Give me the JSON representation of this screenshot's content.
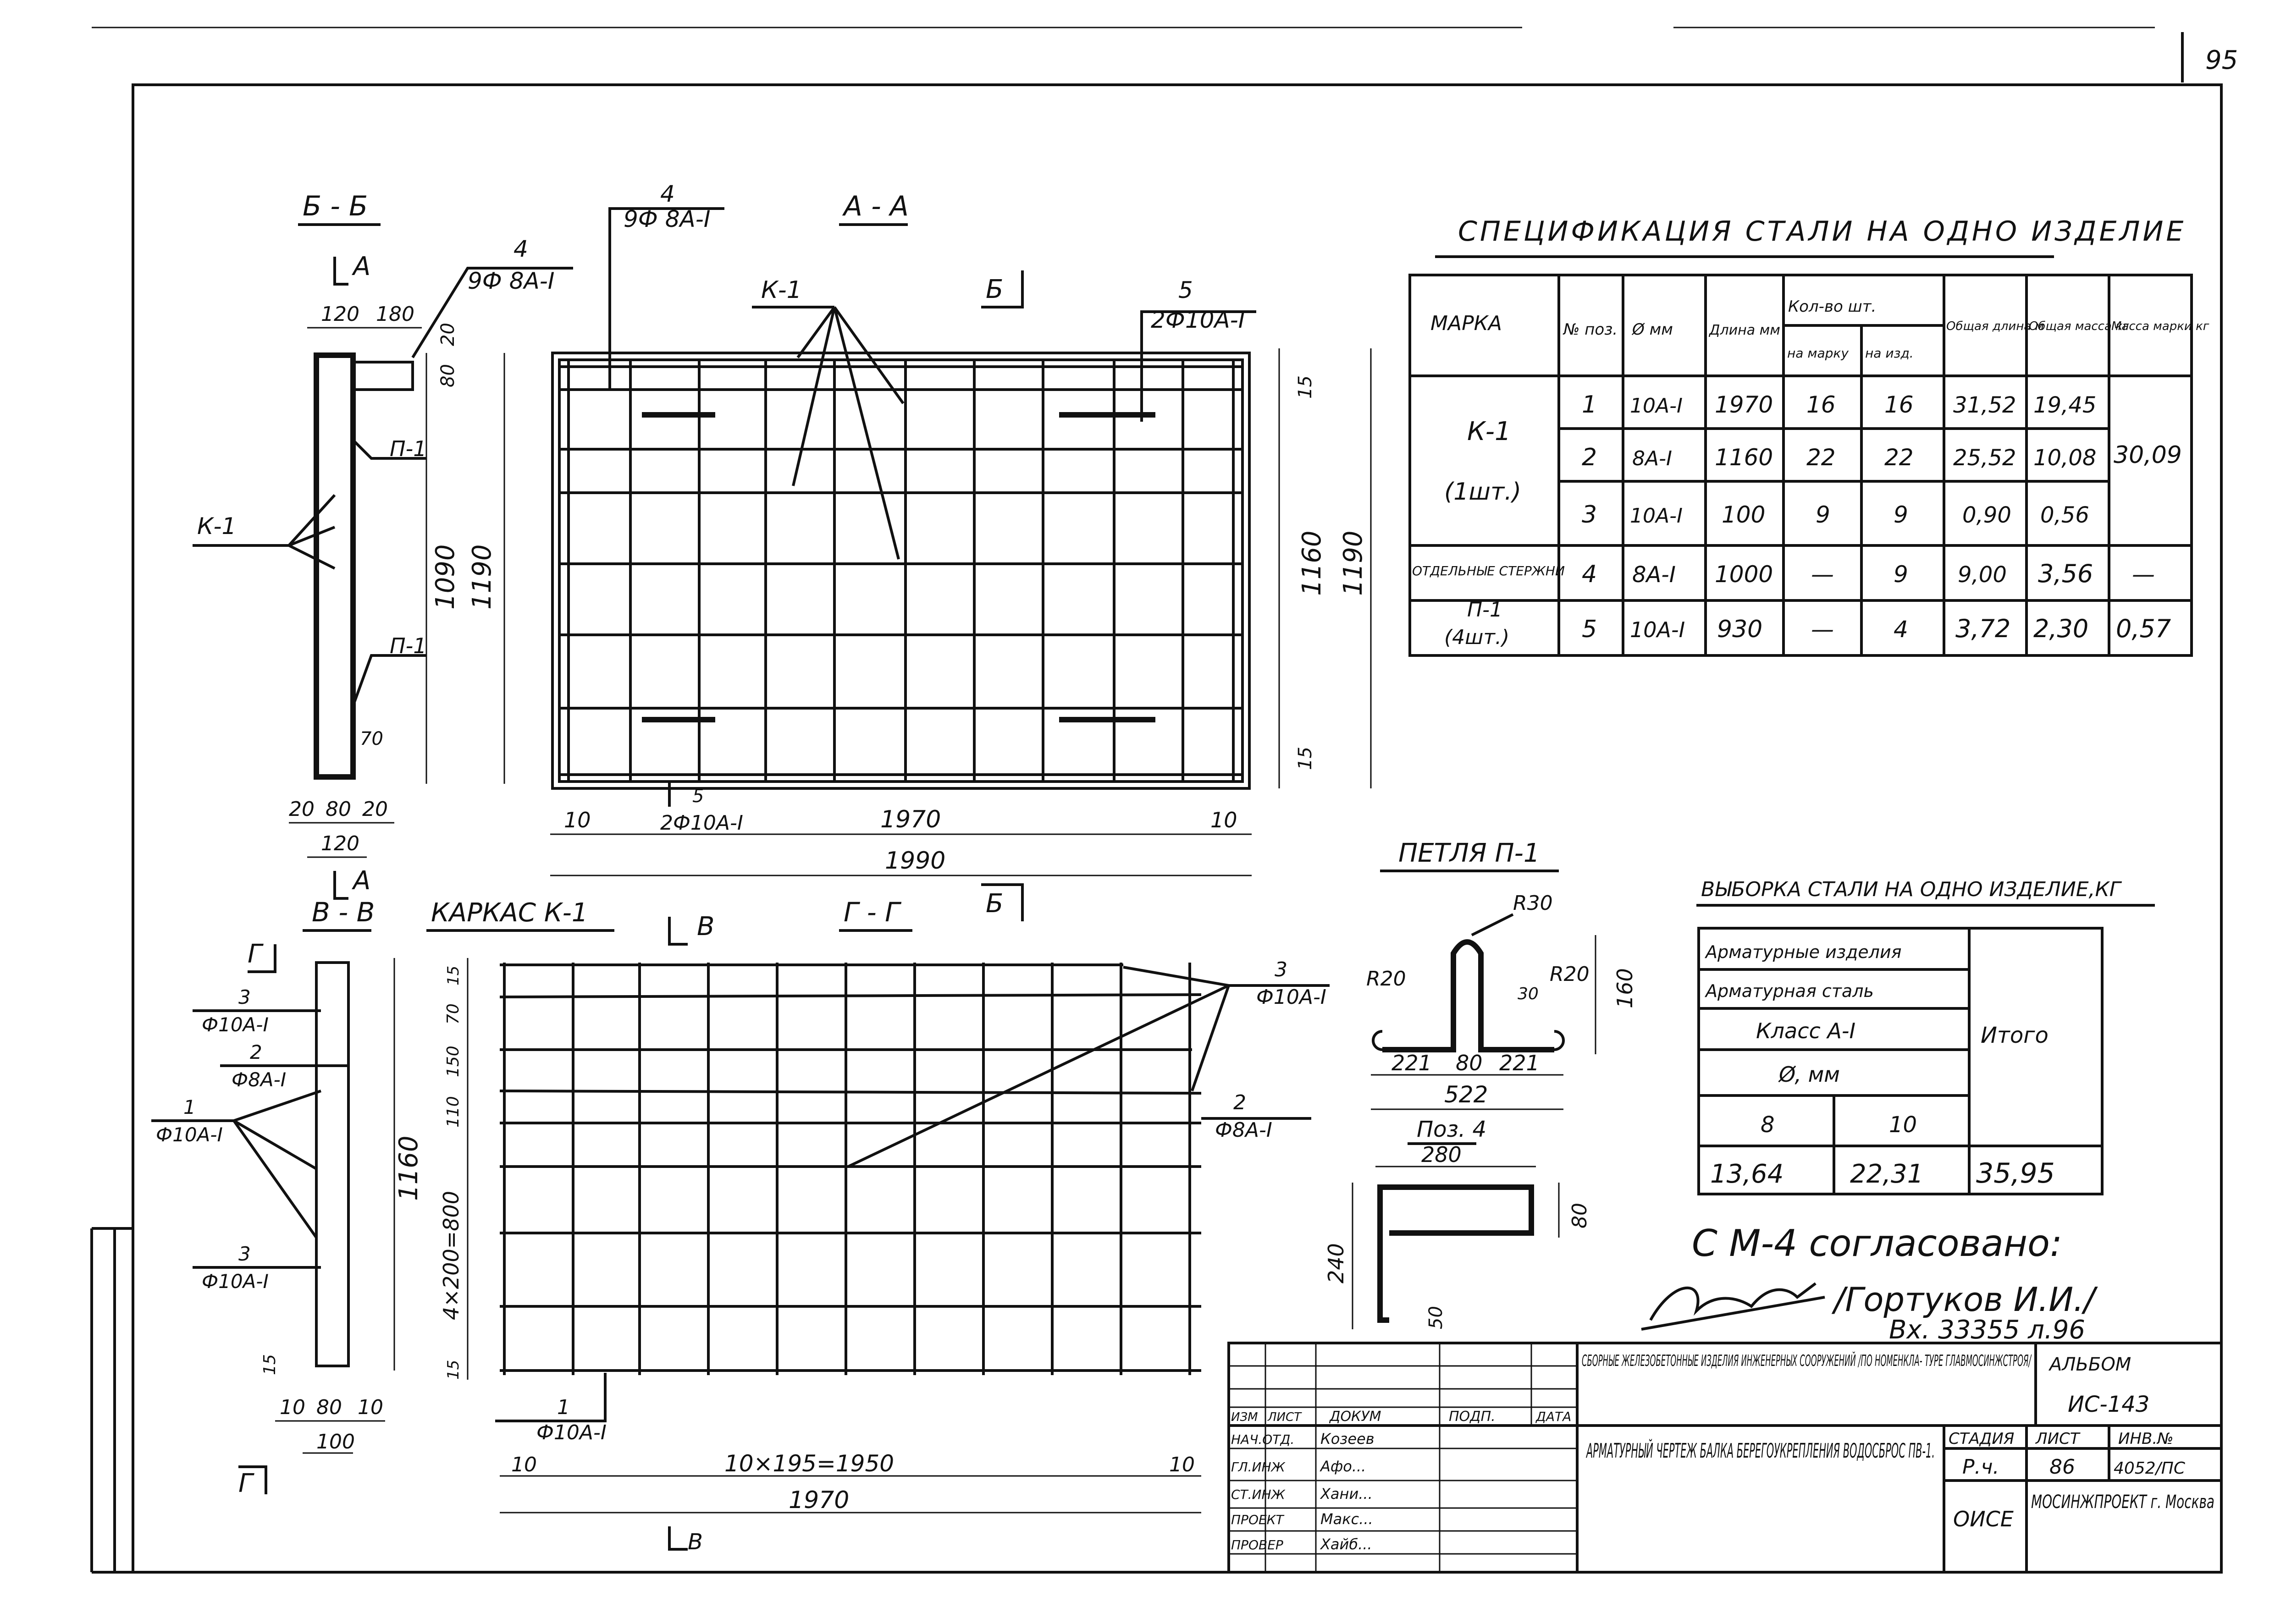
{
  "page_number": "95",
  "sections": {
    "bb": "Б - Б",
    "aa": "А - А",
    "vv": "В - В",
    "gg": "Г - Г",
    "frame_k1": "КАРКАС К-1",
    "loop_p1": "ПЕТЛЯ П-1",
    "pos4": "Поз. 4"
  },
  "markers": {
    "a": "А",
    "b": "Б",
    "v": "В",
    "g": "Г"
  },
  "callouts": {
    "pos4_top": "4",
    "pos4_bar": "9Ф 8А-I",
    "pos4_bar_bb": "9Ф 8А-I",
    "k1": "К-1",
    "p1": "П-1",
    "pos5": "5",
    "pos5_bar": "2Ф10А-I",
    "pos5_bottom": "5",
    "pos5_bottom_bar": "2Ф10А-I",
    "vv_pos3": "3",
    "vv_pos3_bar": "Ф10А-I",
    "vv_pos2": "2",
    "vv_pos2_bar": "Ф8А-I",
    "vv_pos1": "1",
    "vv_pos1_bar": "Ф10А-I",
    "vv_pos3b": "3",
    "vv_pos3b_bar": "Ф10А-I",
    "gg_pos3": "3",
    "gg_pos3_bar": "Ф10А-I",
    "gg_pos2": "2",
    "gg_pos2_bar": "Ф8А-I",
    "gg_pos1": "1",
    "gg_pos1_bar": "Ф10А-I"
  },
  "dimensions": {
    "bb_120": "120",
    "bb_180": "180",
    "bb_20_top": "20",
    "bb_80_top": "80",
    "bb_1090": "1090",
    "bb_1190": "1190",
    "bb_70": "70",
    "bb_20_l": "20",
    "bb_80_b": "80",
    "bb_20_r": "20",
    "bb_120_b": "120",
    "aa_15_top": "15",
    "aa_1160": "1160",
    "aa_1190": "1190",
    "aa_15_bot": "15",
    "aa_10_l": "10",
    "aa_1970": "1970",
    "aa_10_r": "10",
    "aa_1990": "1990",
    "vv_1160": "1160",
    "vv_15": "15",
    "vv_10_l": "10",
    "vv_80": "80",
    "vv_10_r": "10",
    "vv_100": "100",
    "gg_15": "15",
    "gg_70": "70",
    "gg_150": "150",
    "gg_110": "110",
    "gg_4x200": "4×200=800",
    "gg_15_b": "15",
    "gg_10_l": "10",
    "gg_10x195": "10×195=1950",
    "gg_10_r": "10",
    "gg_1970": "1970",
    "p1_r30": "R30",
    "p1_r20_l": "R20",
    "p1_r20_r": "R20",
    "p1_30": "30",
    "p1_160": "160",
    "p1_221_l": "221",
    "p1_80": "80",
    "p1_221_r": "221",
    "p1_522": "522",
    "pos4_280": "280",
    "pos4_80": "80",
    "pos4_240": "240",
    "pos4_50": "50"
  },
  "spec_table": {
    "title": "СПЕЦИФИКАЦИЯ СТАЛИ НА ОДНО ИЗДЕЛИЕ",
    "headers": {
      "mark": "МАРКА",
      "pos": "№ поз.",
      "dia": "Ø мм",
      "length": "Длина мм",
      "qty": "Кол-во шт.",
      "qty_mark": "на марку",
      "qty_item": "на изд.",
      "total_length": "Общая длина м",
      "total_mass": "Общая масса кг",
      "mark_mass": "Масса марки кг"
    },
    "group_k1": {
      "mark": "К-1",
      "count": "(1шт.)",
      "mark_mass": "30,09"
    },
    "group_rods": {
      "mark": "ОТДЕЛЬНЫЕ СТЕРЖНИ"
    },
    "group_p1": {
      "mark": "П-1",
      "count": "(4шт.)"
    },
    "rows": [
      {
        "pos": "1",
        "dia": "10А-I",
        "length": "1970",
        "qty_mark": "16",
        "qty_item": "16",
        "total_length": "31,52",
        "total_mass": "19,45",
        "mark_mass": ""
      },
      {
        "pos": "2",
        "dia": "8А-I",
        "length": "1160",
        "qty_mark": "22",
        "qty_item": "22",
        "total_length": "25,52",
        "total_mass": "10,08",
        "mark_mass": ""
      },
      {
        "pos": "3",
        "dia": "10А-I",
        "length": "100",
        "qty_mark": "9",
        "qty_item": "9",
        "total_length": "0,90",
        "total_mass": "0,56",
        "mark_mass": ""
      },
      {
        "pos": "4",
        "dia": "8А-I",
        "length": "1000",
        "qty_mark": "—",
        "qty_item": "9",
        "total_length": "9,00",
        "total_mass": "3,56",
        "mark_mass": "—"
      },
      {
        "pos": "5",
        "dia": "10А-I",
        "length": "930",
        "qty_mark": "—",
        "qty_item": "4",
        "total_length": "3,72",
        "total_mass": "2,30",
        "mark_mass": "0,57"
      }
    ]
  },
  "selection_table": {
    "title": "ВЫБОРКА СТАЛИ НА ОДНО ИЗДЕЛИЕ,КГ",
    "row1": "Арматурные изделия",
    "row2": "Арматурная сталь",
    "row3": "Класс А-I",
    "row4": "Ø, мм",
    "d8": "8",
    "d10": "10",
    "total_label": "Итого",
    "v8": "13,64",
    "v10": "22,31",
    "total": "35,95"
  },
  "approval": {
    "text": "С М-4 согласовано:",
    "name": "/Гортуков И.И./",
    "ref": "Вх. 33355 л.96"
  },
  "title_block": {
    "album_title": "СБОРНЫЕ ЖЕЛЕЗОБЕТОННЫЕ ИЗДЕЛИЯ ИНЖЕНЕРНЫХ СООРУЖЕНИЙ /ПО НОМЕНКЛА- ТУРЕ ГЛАВМОСИНЖСТРОЯ/",
    "album_label": "АЛЬБОМ",
    "album_code": "ИС-143",
    "revision_headers": [
      "ИЗМ",
      "ЛИСТ",
      "ДОКУМ",
      "ПОДП.",
      "ДАТА"
    ],
    "roles": [
      "НАЧ.ОТД.",
      "ГЛ.ИНЖ",
      "СТ.ИНЖ",
      "ПРОЕКТ",
      "ПРОВЕР"
    ],
    "names": [
      "Козеев",
      "Афо...",
      "Хани...",
      "Макс...",
      "Хайб..."
    ],
    "drawing_title": "АРМАТУРНЫЙ ЧЕРТЕЖ БАЛКА БЕРЕГОУКРЕПЛЕНИЯ ВОДОСБРОС ПВ-1.",
    "stage_label": "СТАДИЯ",
    "stage": "Р.ч.",
    "sheet_label": "ЛИСТ",
    "sheet": "86",
    "inv_label": "ИНВ.№",
    "inv": "4052/ПС",
    "org_short": "ОИСЕ",
    "org": "МОСИНЖПРОЕКТ г. Москва"
  }
}
